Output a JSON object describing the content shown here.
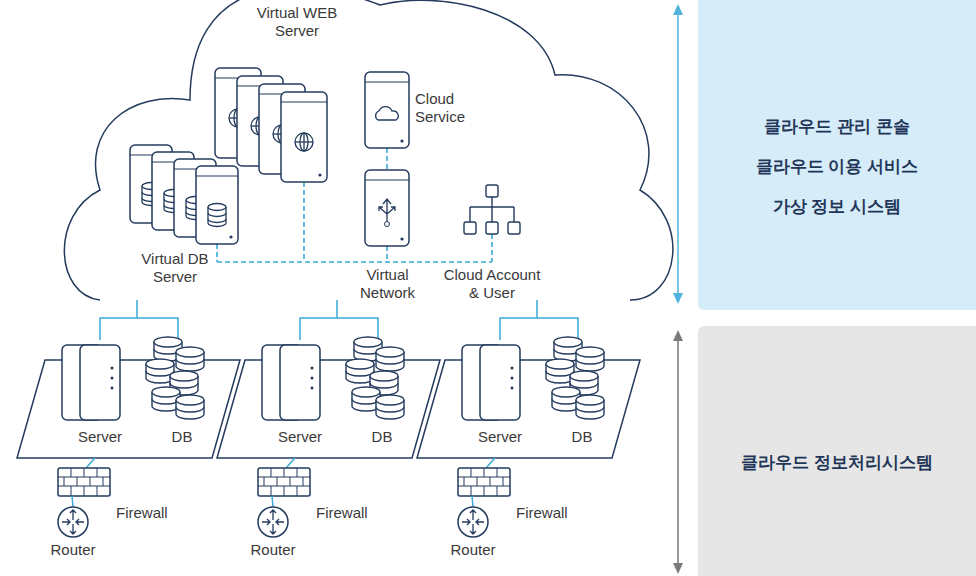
{
  "diagram": {
    "nodes": [
      {
        "text": [
          "클라우드 관리 콘솔",
          "클라우드 이용 서비스",
          "가상 정보 시스템"
        ]
      },
      {
        "text": [
          "클라우드 정보처리시스템"
        ]
      }
    ],
    "labels": [
      "Virtual WEB Server",
      "Cloud Service",
      "Virtual DB Server",
      "Virtual Network",
      "Cloud Account & User",
      "Server",
      "DB",
      "Firewall",
      "Router",
      "Server",
      "DB",
      "Firewall",
      "Router",
      "Server",
      "DB",
      "Firewall",
      "Router"
    ]
  }
}
